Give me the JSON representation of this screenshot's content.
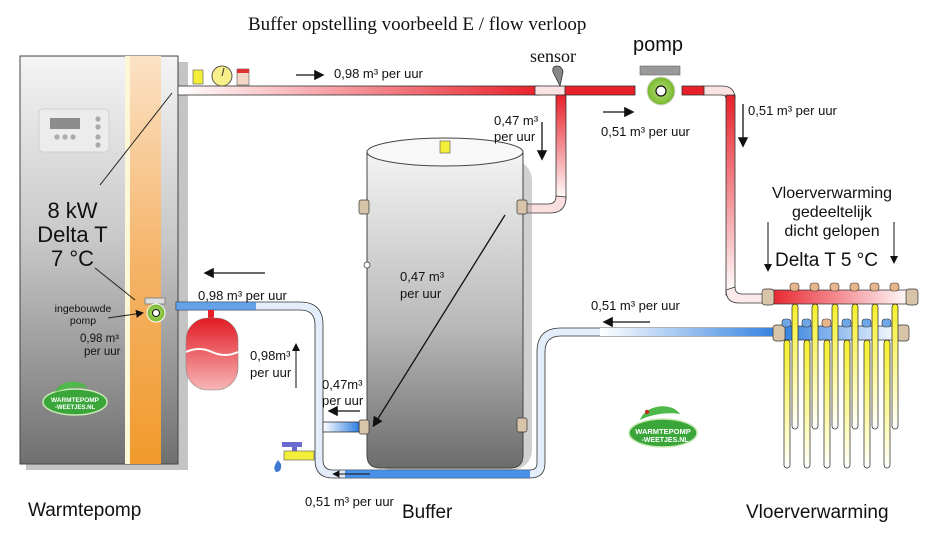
{
  "title": "Buffer opstelling voorbeeld E  / flow verloop",
  "colors": {
    "supply_red": "#e8202a",
    "return_blue": "#2f7fe0",
    "unit_gray": "#8a8a8a",
    "insulation_orange": "#f3a24a",
    "pump_green": "#8cc63f",
    "valve_yellow": "#f2ee3a",
    "logo_green": "#3aa63a"
  },
  "heat_pump": {
    "power": "8 kW",
    "delta_t_label": "Delta T",
    "delta_t_value": "7 °C",
    "builtin_pump_line1": "ingebouwde",
    "builtin_pump_line2": "pomp",
    "builtin_flow_line1": "0,98 m³",
    "builtin_flow_line2": "per uur",
    "caption": "Warmtepomp",
    "logo_line1": "WARMTEPOMP",
    "logo_line2": "-WEETJES.NL",
    "icon": "heat-pump-unit-icon"
  },
  "labels": {
    "sensor": "sensor",
    "pomp": "pomp",
    "supply_top_flow": "0,98 m³ per uur",
    "buffer_inlet_flow_line1": "0,47 m³",
    "buffer_inlet_flow_line2": "per uur",
    "pump_flow": "0,51 m³ per uur",
    "floor_supply_flow": "0,51 m³ per uur",
    "inside_buffer_line1": "0,47 m³",
    "inside_buffer_line2": "per uur",
    "return_to_hp_flow": "0,98 m³ per uur",
    "riser_flow_line1": "0,98m³",
    "riser_flow_line2": "per uur",
    "buffer_outlet_flow_line1": "0,47m³",
    "buffer_outlet_flow_line2": "per uur",
    "floor_return_flow": "0,51 m³ per uur",
    "bottom_bypass_flow": "0,51 m³ per uur"
  },
  "floor_heating": {
    "note_line1": "Vloerverwarming",
    "note_line2": "gedeeltelijk",
    "note_line3": "dicht gelopen",
    "delta_t": "Delta T 5 °C",
    "caption": "Vloerverwarming",
    "groups": 6
  },
  "buffer": {
    "caption": "Buffer"
  },
  "logo": {
    "line1": "WARMTEPOMP",
    "line2": "-WEETJES.NL"
  }
}
